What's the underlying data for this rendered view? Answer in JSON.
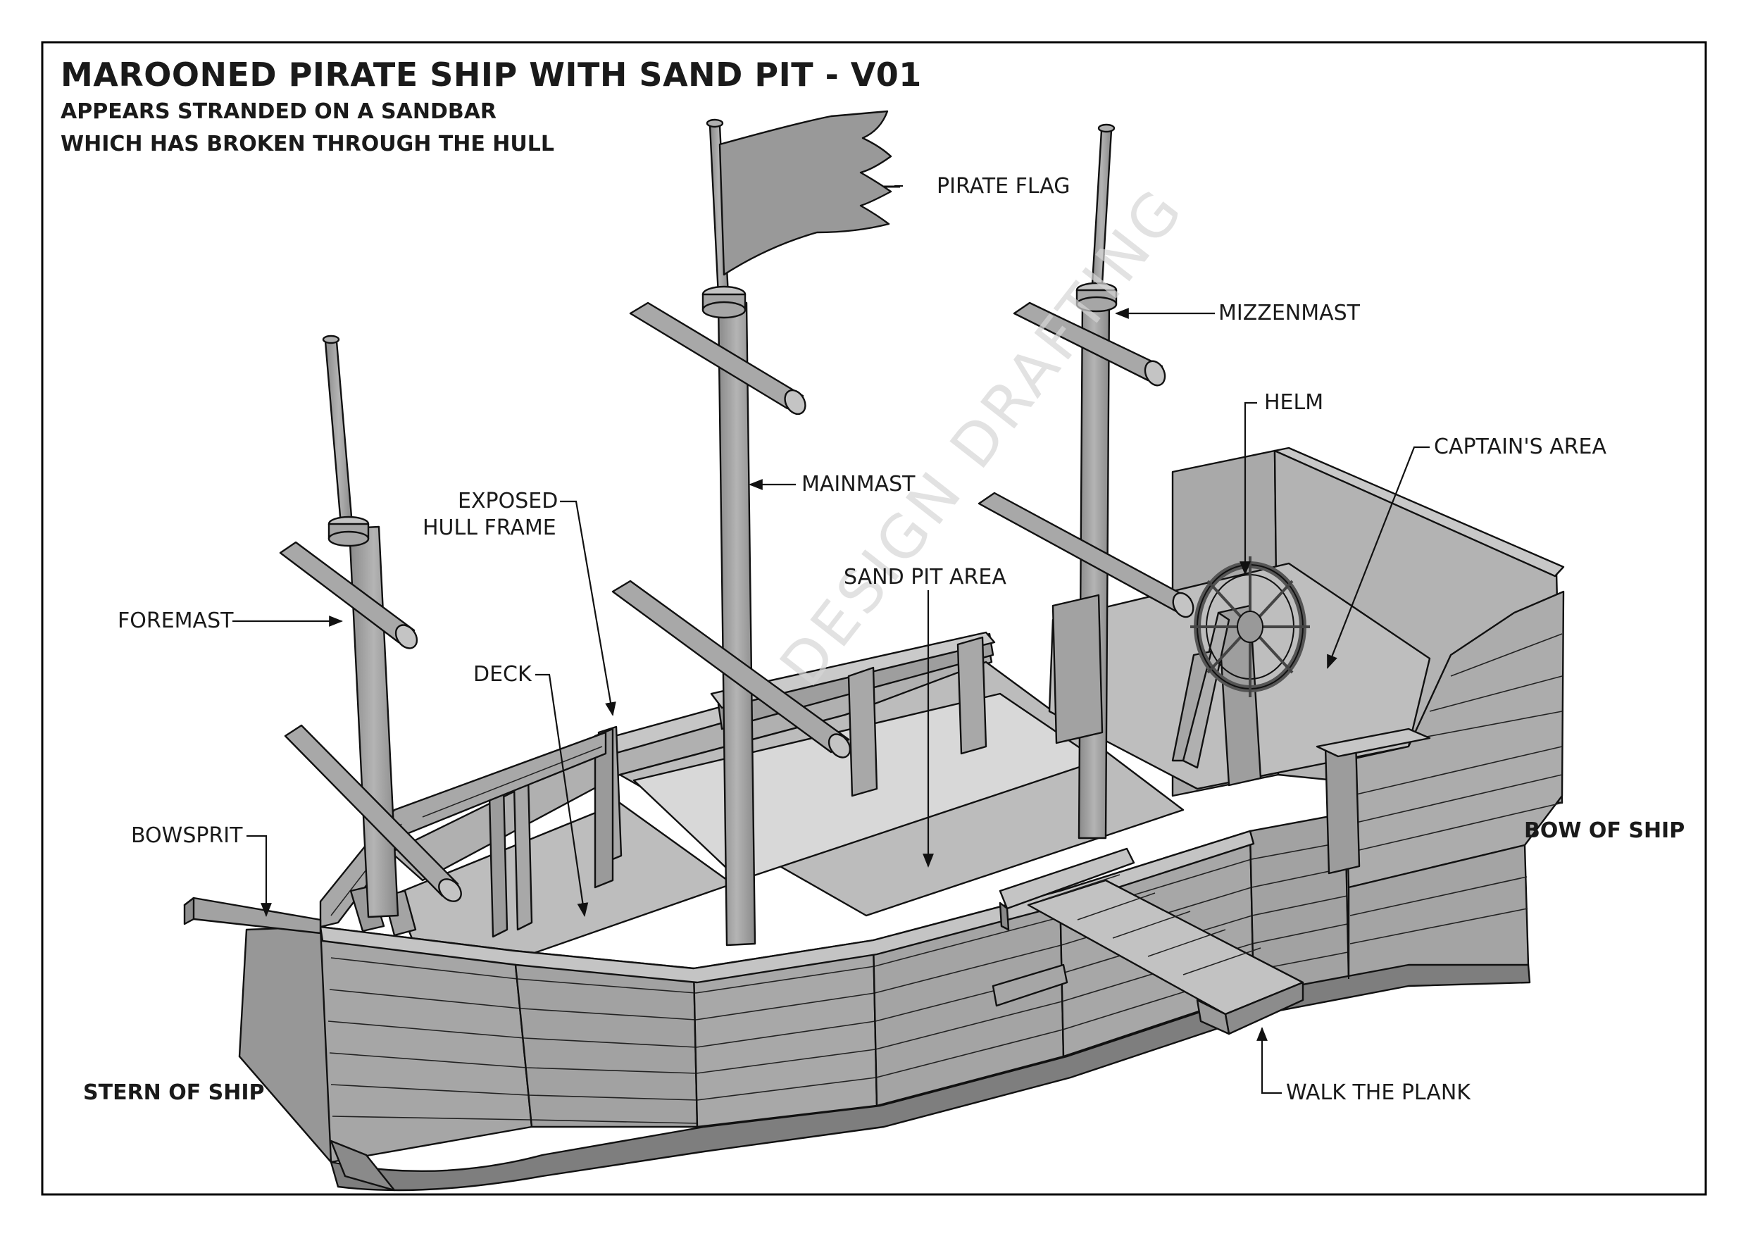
{
  "title": "MAROONED PIRATE SHIP WITH SAND PIT - V01",
  "subtitle_lines": [
    "APPEARS STRANDED ON A SANDBAR",
    "WHICH HAS BROKEN THROUGH THE HULL"
  ],
  "watermark": "DESIGN DRAFTING",
  "labels": {
    "pirate_flag": "PIRATE FLAG",
    "mizzenmast": "MIZZENMAST",
    "helm": "HELM",
    "captains_area": "CAPTAIN'S AREA",
    "mainmast": "MAINMAST",
    "exposed_hull_frame_1": "EXPOSED",
    "exposed_hull_frame_2": "HULL FRAME",
    "sand_pit_area": "SAND PIT AREA",
    "foremast": "FOREMAST",
    "deck": "DECK",
    "bowsprit": "BOWSPRIT",
    "bow_of_ship": "BOW OF SHIP",
    "stern_of_ship": "STERN OF SHIP",
    "walk_the_plank": "WALK THE PLANK"
  },
  "colors": {
    "hull_side": "#a4a4a4",
    "hull_dark": "#8c8c8c",
    "deck": "#bdbdbd",
    "inner_wall": "#b0b0b0",
    "sand_pit": "#d6d6d6",
    "mast": "#999999",
    "outline": "#111111",
    "border": "#000000"
  }
}
